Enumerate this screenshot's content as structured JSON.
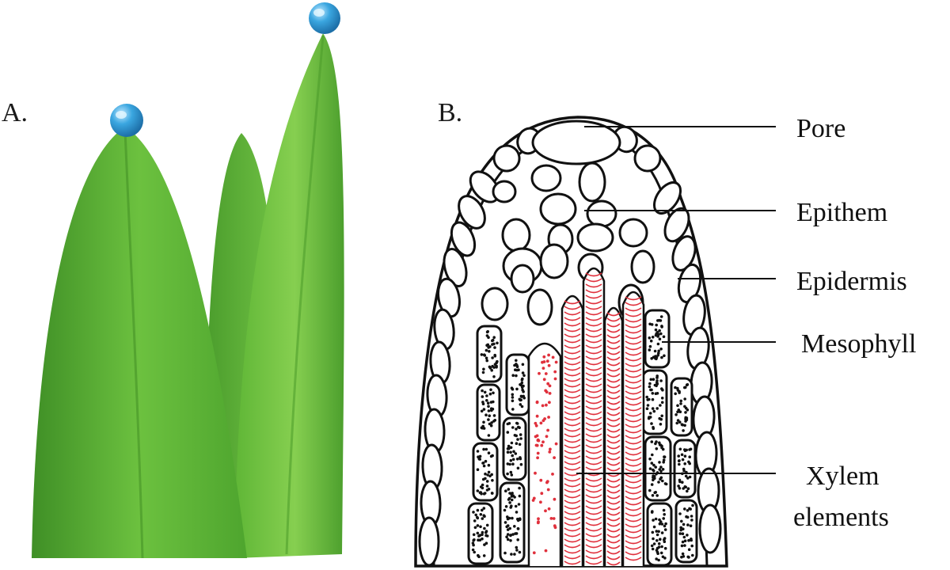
{
  "panels": [
    {
      "id": "A",
      "letter": "A."
    },
    {
      "id": "B",
      "letter": "B."
    }
  ],
  "labels": [
    {
      "key": "pore",
      "text": "Pore"
    },
    {
      "key": "epithem",
      "text": "Epithem"
    },
    {
      "key": "epidermis",
      "text": "Epidermis"
    },
    {
      "key": "mesophyll",
      "text": "Mesophyll"
    },
    {
      "key": "xylem",
      "line1": "Xylem",
      "line2": "elements"
    }
  ],
  "colors": {
    "leaf_green": "#5fb636",
    "leaf_light": "#86cf50",
    "leaf_dark": "#3f8f26",
    "droplet": "#3aa6e0",
    "xylem_red": "#e0303c"
  }
}
